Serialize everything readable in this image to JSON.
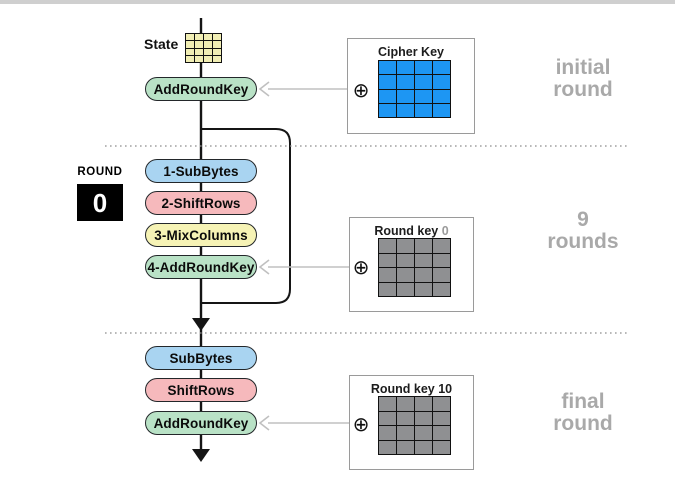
{
  "colors": {
    "pill-blue": "#a9d4f1",
    "pill-pink": "#f6b9bc",
    "pill-yellow": "#f6f3b5",
    "pill-green": "#b9e2c6",
    "key-blue": "#1d96f3",
    "key-gray": "#8f9092",
    "state-yellow": "#f1eeb4",
    "stage-label-gray": "#a9a9a9",
    "topbar-gray": "#cfcfcf"
  },
  "diagram": {
    "state_label": "State",
    "round_counter": {
      "label": "ROUND",
      "value": "0"
    },
    "initial_stage": {
      "pill": "AddRoundKey",
      "key_box": {
        "title": "Cipher Key"
      },
      "label_line1": "initial",
      "label_line2": "round"
    },
    "main_stage": {
      "pills": [
        "1-SubBytes",
        "2-ShiftRows",
        "3-MixColumns",
        "4-AddRoundKey"
      ],
      "key_box": {
        "title": "Round key",
        "number": "0"
      },
      "label_line1": "9",
      "label_line2": "rounds"
    },
    "final_stage": {
      "pills": [
        "SubBytes",
        "ShiftRows",
        "AddRoundKey"
      ],
      "key_box": {
        "title": "Round key",
        "number": "10"
      },
      "label_line1": "final",
      "label_line2": "round"
    },
    "xor_symbol": "⊕"
  }
}
